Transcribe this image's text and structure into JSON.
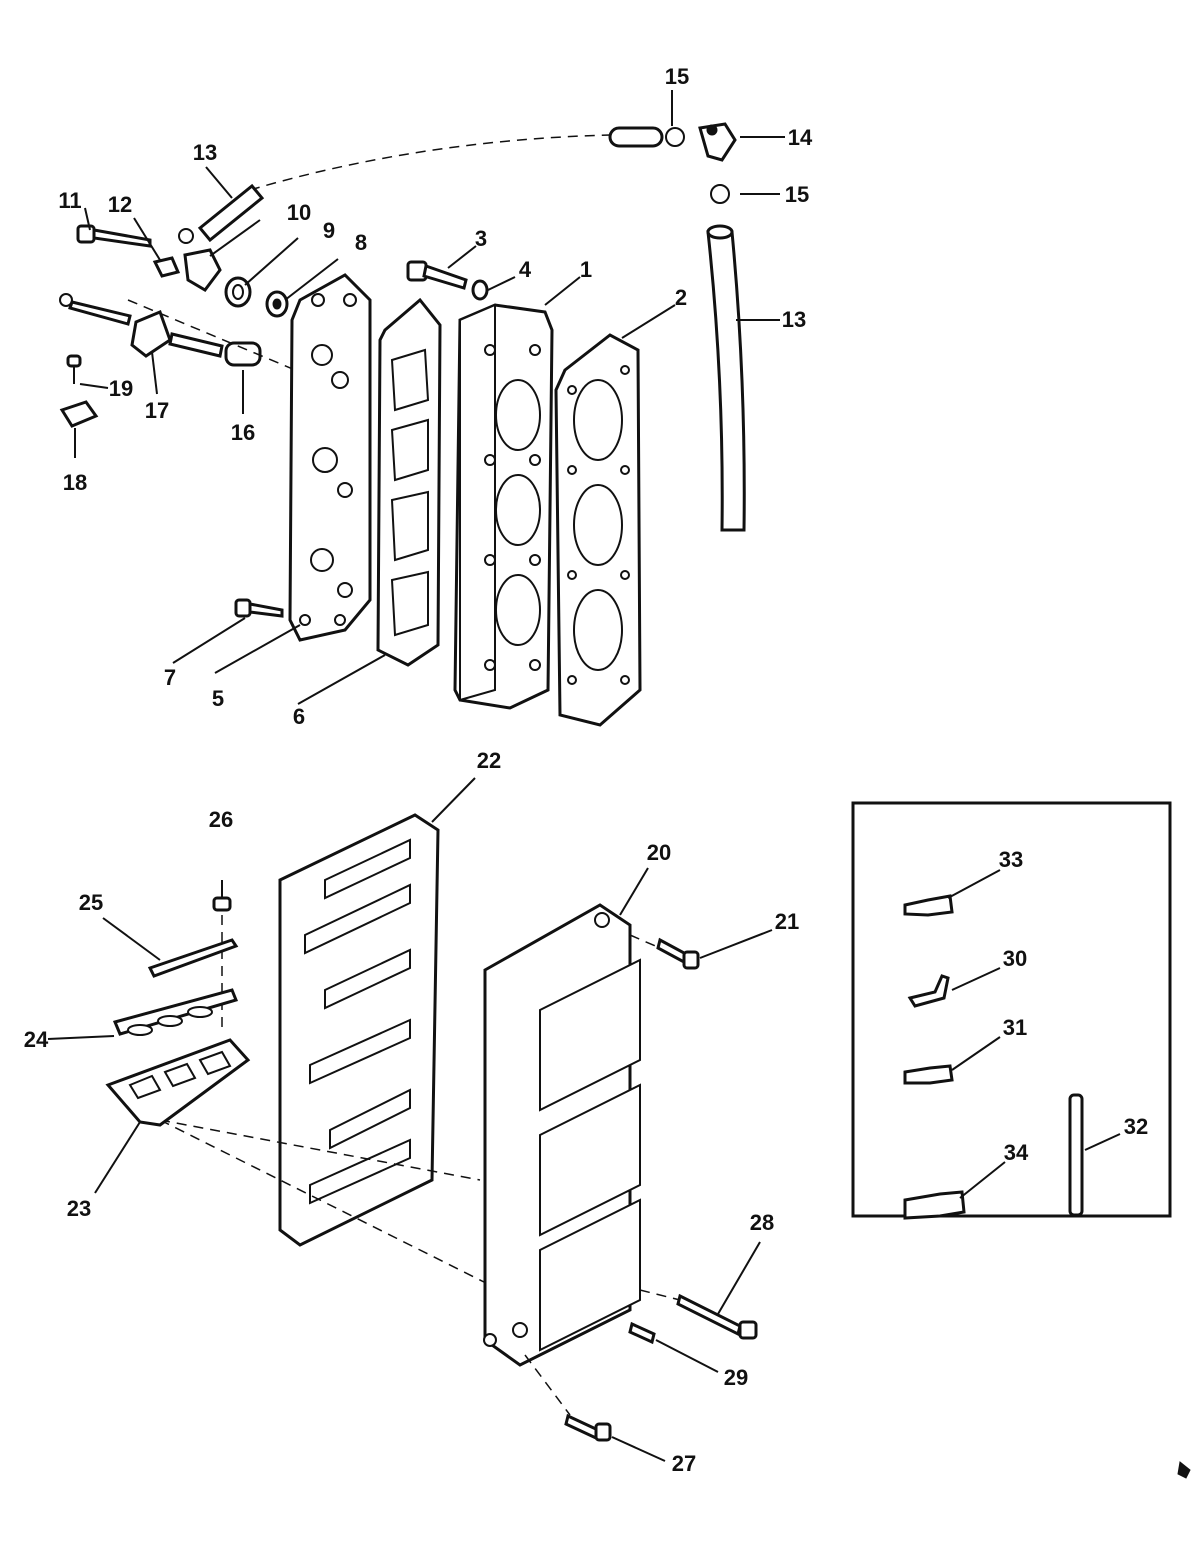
{
  "callouts": [
    "1",
    "2",
    "3",
    "4",
    "5",
    "6",
    "7",
    "8",
    "9",
    "10",
    "11",
    "12",
    "13",
    "13",
    "14",
    "15",
    "15",
    "16",
    "17",
    "18",
    "19",
    "20",
    "21",
    "22",
    "23",
    "24",
    "25",
    "26",
    "27",
    "28",
    "29",
    "30",
    "31",
    "32",
    "33",
    "34"
  ],
  "colors": {
    "ink": "#111111",
    "paper": "#ffffff"
  }
}
